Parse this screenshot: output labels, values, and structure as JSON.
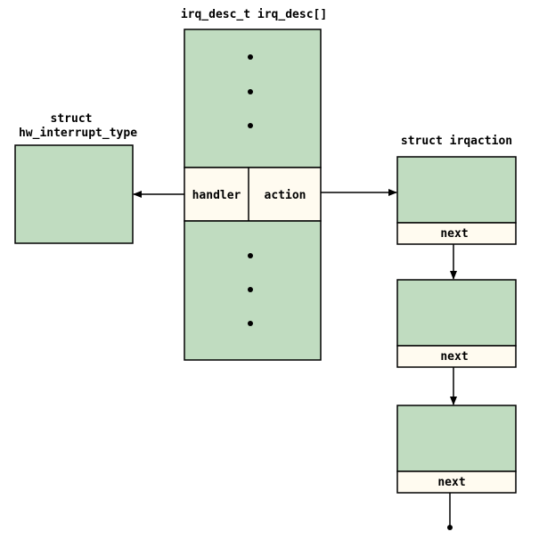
{
  "labels": {
    "irq_desc_title": "irq_desc_t irq_desc[]",
    "hw_type_line1": "struct",
    "hw_type_line2": "hw_interrupt_type",
    "irqaction_title": "struct irqaction",
    "handler_field": "handler",
    "action_field": "action",
    "next_fields": [
      "next",
      "next",
      "next"
    ]
  },
  "colors": {
    "struct_fill": "#c0dcc0",
    "field_fill": "#fffbf0",
    "stroke": "#000000"
  }
}
